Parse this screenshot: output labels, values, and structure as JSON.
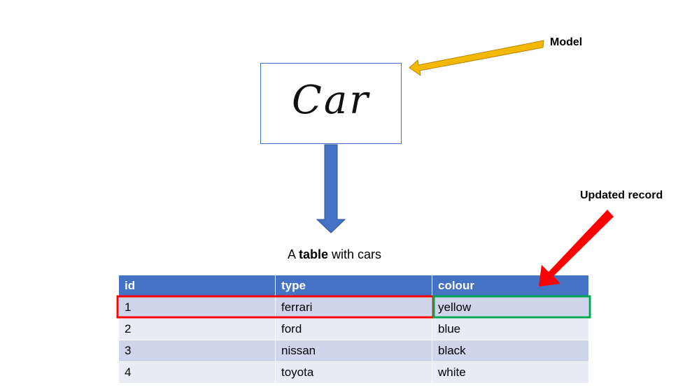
{
  "model": {
    "word": "Car",
    "label": "Model"
  },
  "updated_label": "Updated record",
  "caption": {
    "prefix": "A ",
    "bold": "table",
    "suffix": " with cars"
  },
  "table": {
    "headers": [
      "id",
      "type",
      "colour"
    ],
    "rows": [
      [
        "1",
        "ferrari",
        "yellow"
      ],
      [
        "2",
        "ford",
        "blue"
      ],
      [
        "3",
        "nissan",
        "black"
      ],
      [
        "4",
        "toyota",
        "white"
      ]
    ]
  },
  "colors": {
    "header_bg": "#4472c4",
    "row_odd": "#cfd5ea",
    "row_even": "#e9ebf5",
    "model_arrow": "#f5b800",
    "down_arrow": "#4472c4",
    "updated_arrow": "#ff0000",
    "row_highlight": "#ff0000",
    "cell_highlight": "#00a651"
  }
}
